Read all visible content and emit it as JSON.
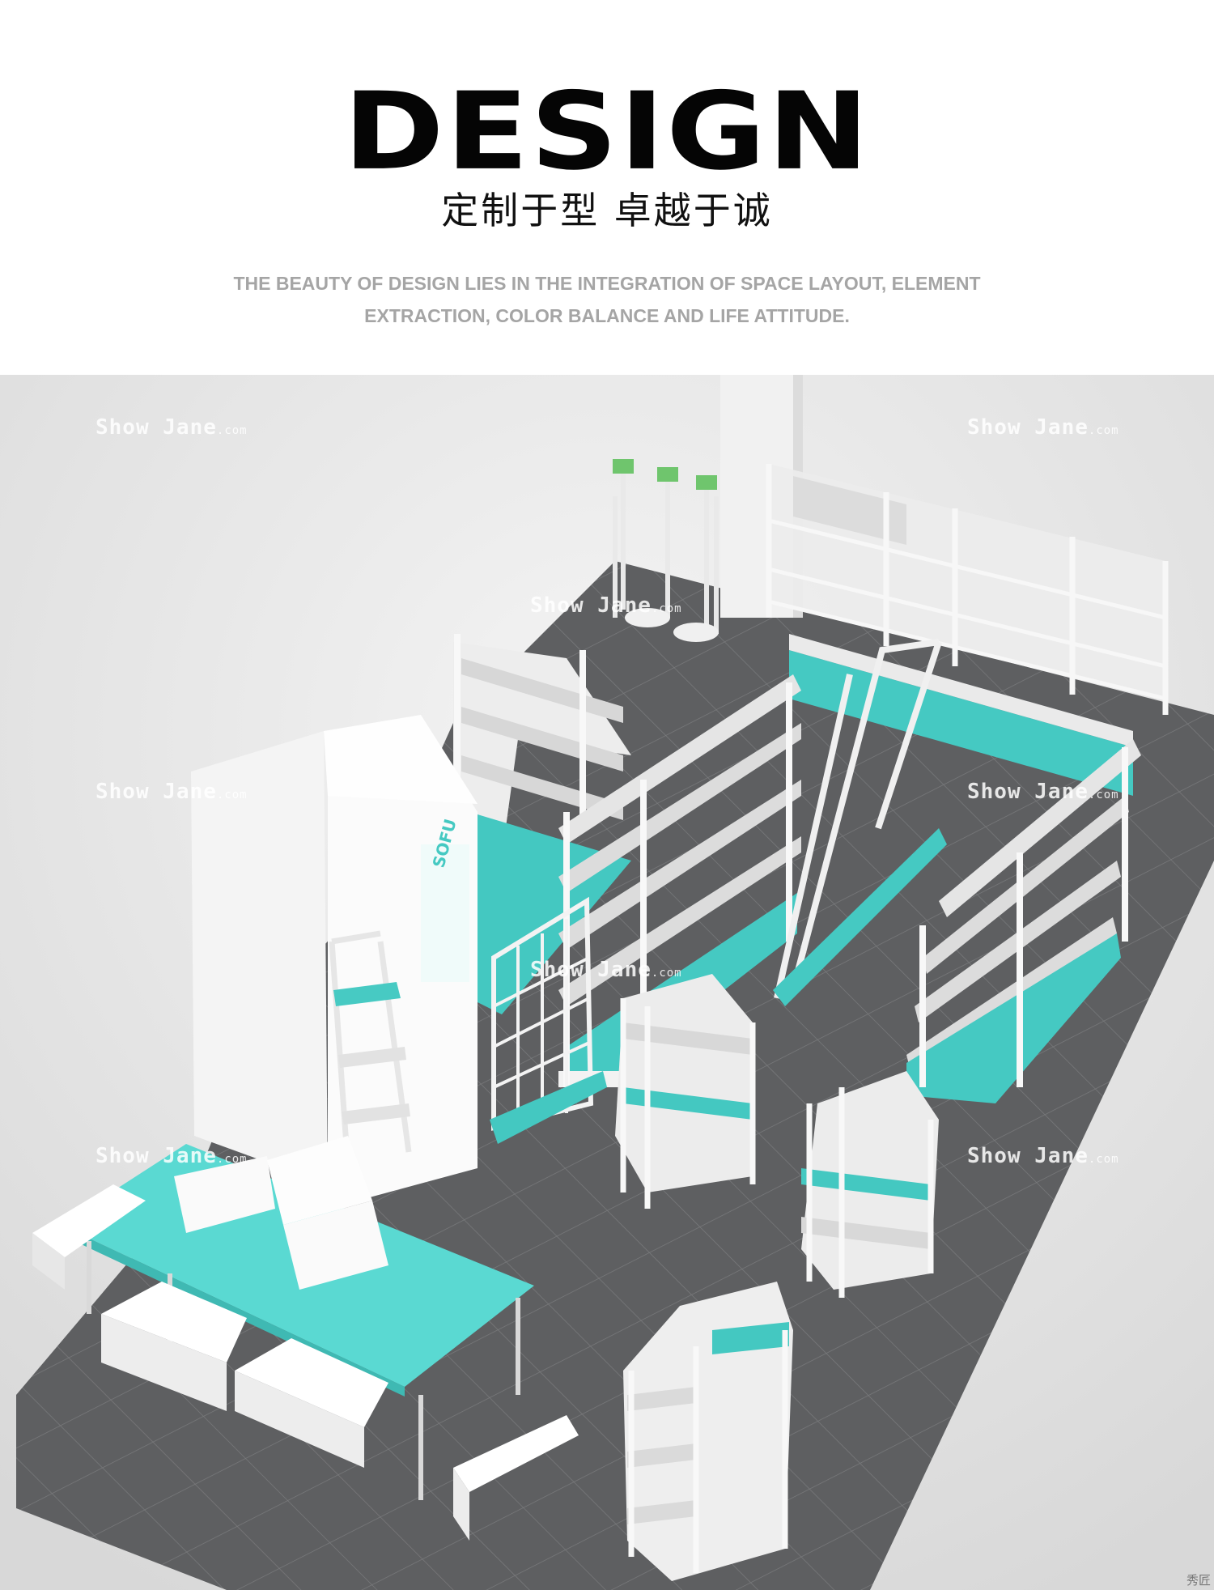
{
  "header": {
    "title": "DESIGN",
    "subtitle_cn": "定制于型  卓越于诚",
    "tagline_line1": "THE BEAUTY OF DESIGN LIES IN THE INTEGRATION OF SPACE LAYOUT, ELEMENT",
    "tagline_line2": "EXTRACTION, COLOR BALANCE AND LIFE ATTITUDE."
  },
  "scene": {
    "wall_sign": "SOFU",
    "watermark_text": "Show Jane",
    "watermark_suffix": ".com",
    "corner_mark": "秀匠",
    "colors": {
      "accent_teal": "#4fd6cf",
      "floor": "#5d5e60",
      "backdrop": "#e4e4e4",
      "fixture_white": "#f2f2f2"
    }
  }
}
